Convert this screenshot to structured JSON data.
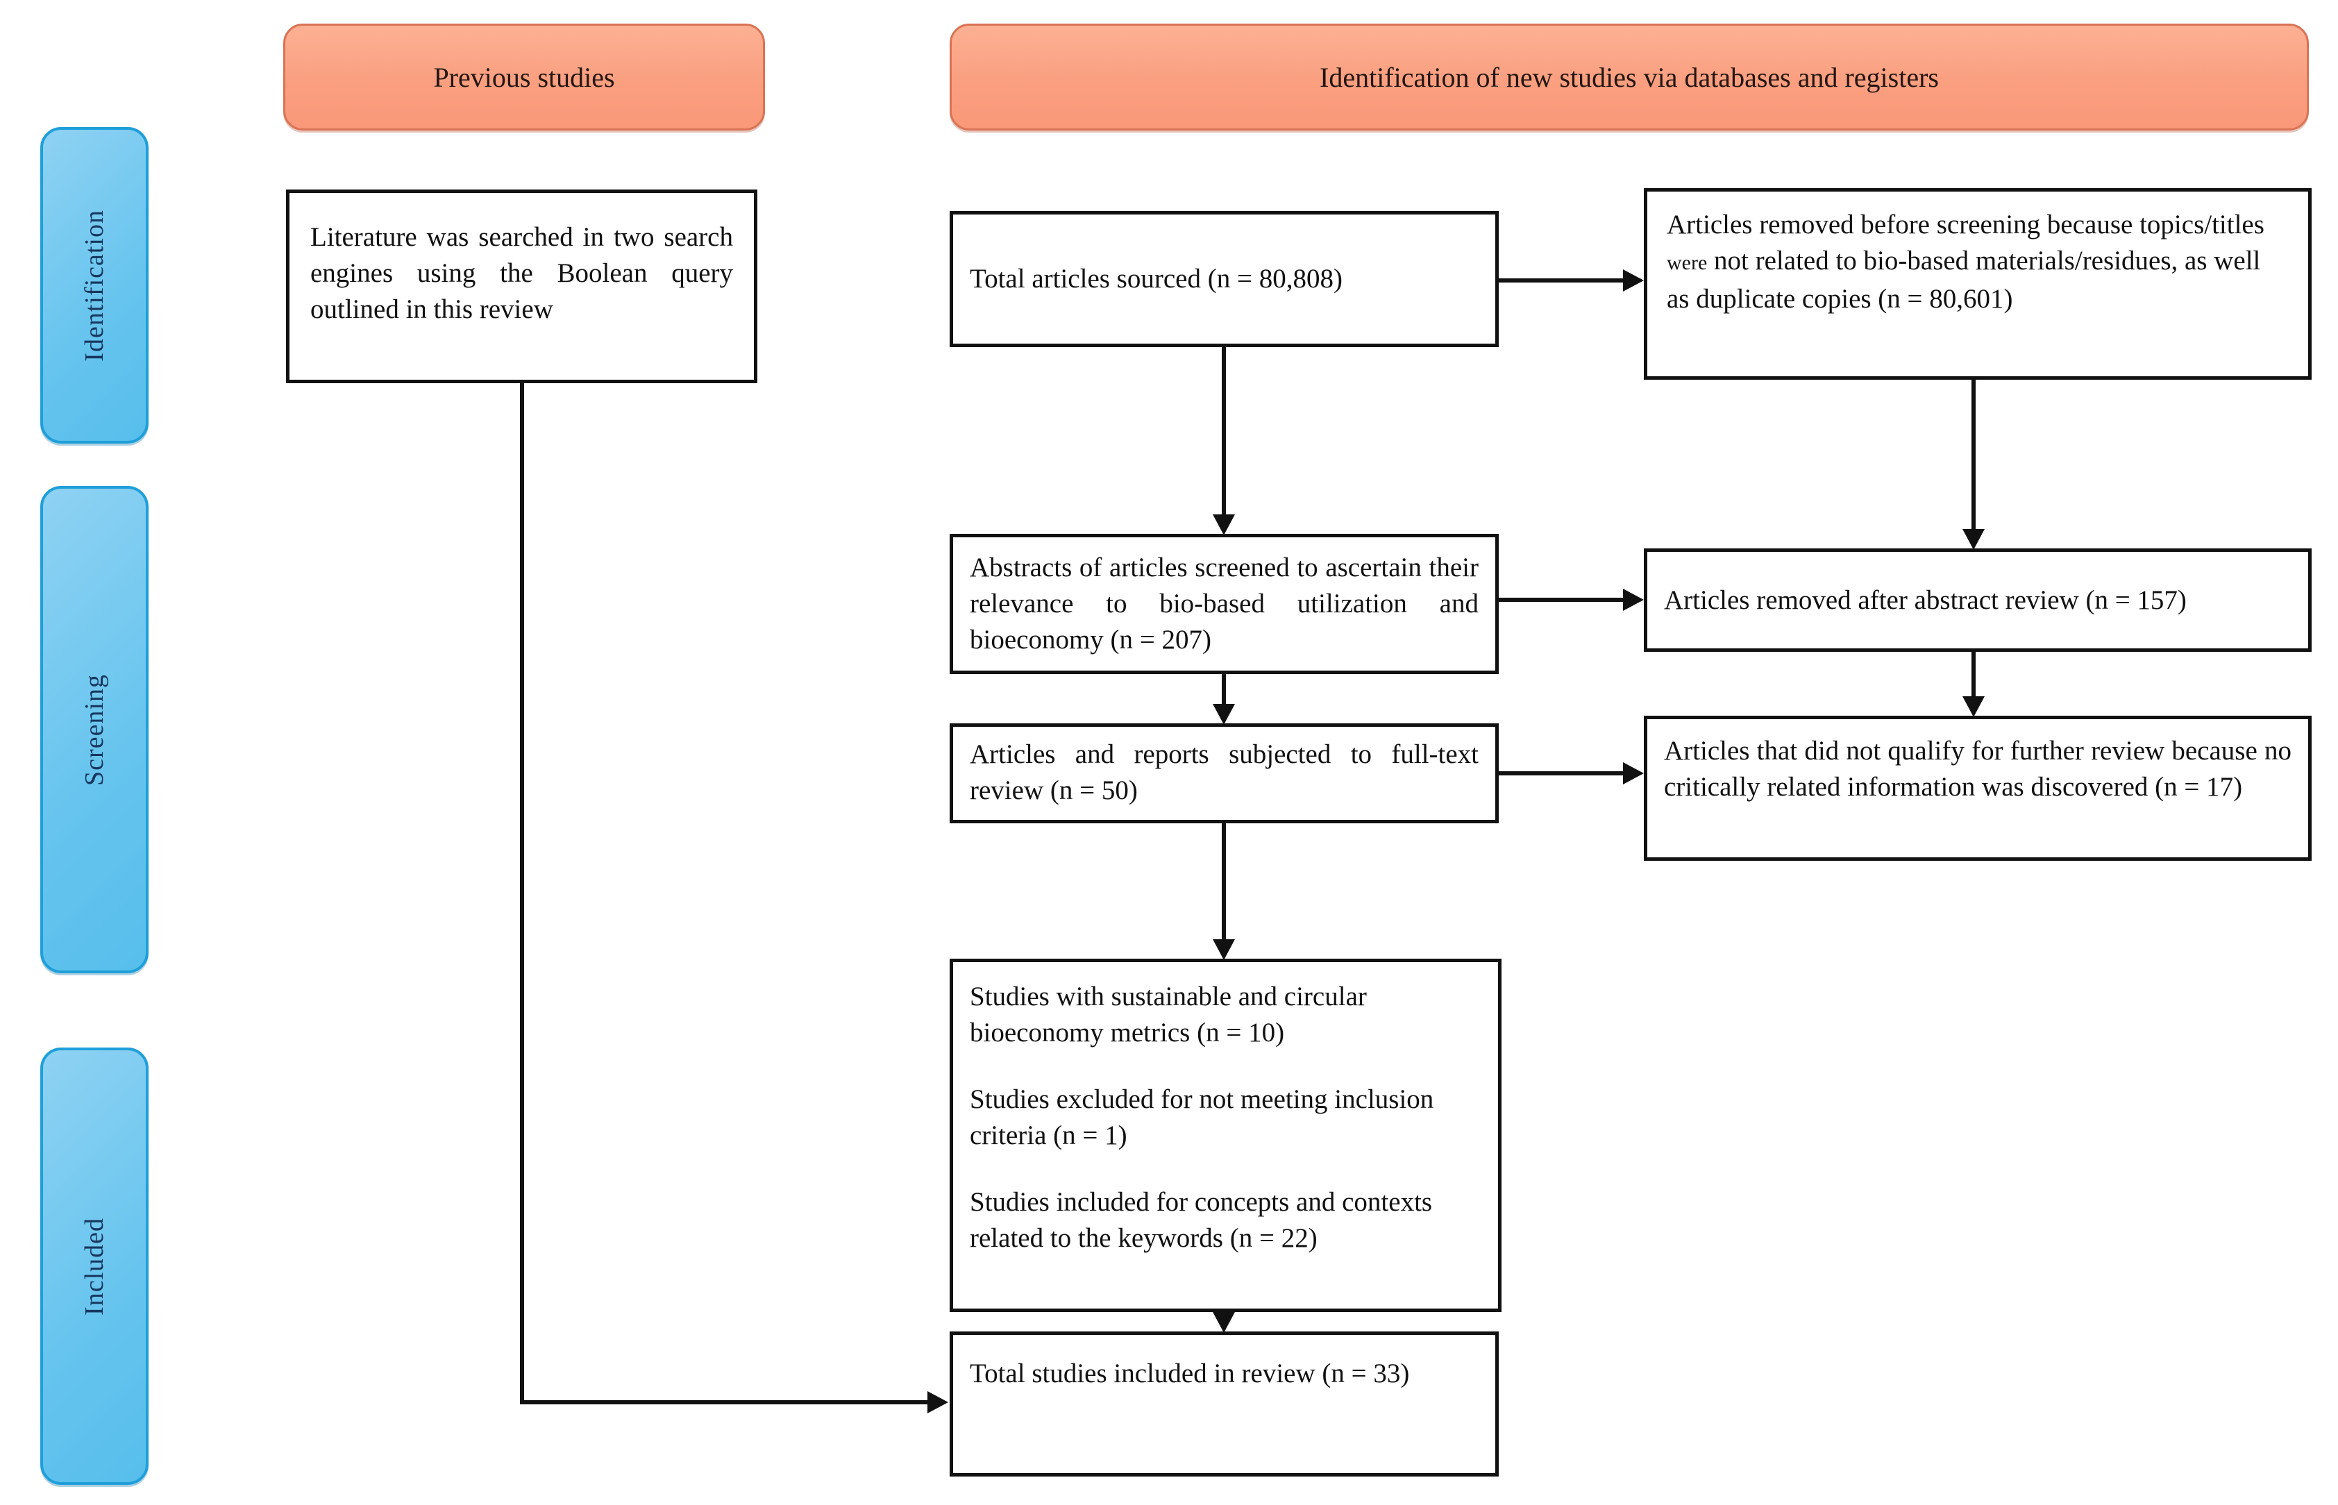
{
  "diagram": {
    "headers": {
      "previous_studies": "Previous studies",
      "identification_new": "Identification of new studies via databases and registers"
    },
    "sidebar": {
      "stages": [
        {
          "label": "Identification"
        },
        {
          "label": "Screening"
        },
        {
          "label": "Included"
        }
      ]
    },
    "previous": {
      "literature": "Literature was searched in two search engines using the Boolean query outlined in this review"
    },
    "main_flow": {
      "total_sourced": "Total articles sourced (n = 80,808)",
      "abstracts_screened": "Abstracts of articles screened to ascertain their relevance to bio-based utilization and bioeconomy (n = 207)",
      "full_text_review": "Articles and reports subjected to full-text review (n = 50)",
      "synthesis": {
        "metrics": "Studies with sustainable and circular bioeconomy metrics (n = 10)",
        "excluded": "Studies excluded for not meeting inclusion criteria (n = 1)",
        "concepts": "Studies included for concepts and contexts related to the keywords (n = 22)"
      },
      "total_included": "Total studies included in review (n = 33)"
    },
    "exclusions": {
      "removed_before": {
        "part1": "Articles removed before screening because topics/titles ",
        "small": "were",
        "part2": " not related to bio-based materials/residues, as well as duplicate copies (n = 80,601)"
      },
      "removed_abstract": "Articles removed after abstract review (n = 157)",
      "not_qualified": "Articles that did not qualify for further review because no critically related information was discovered (n = 17)"
    },
    "colors": {
      "banner_fill": "#FA9F80",
      "banner_border": "#D97355",
      "stage_fill": "#66C4EE",
      "stage_border": "#1F9FD9",
      "stage_text": "#17375E",
      "box_border": "#111111",
      "background": "#FFFFFF"
    }
  }
}
